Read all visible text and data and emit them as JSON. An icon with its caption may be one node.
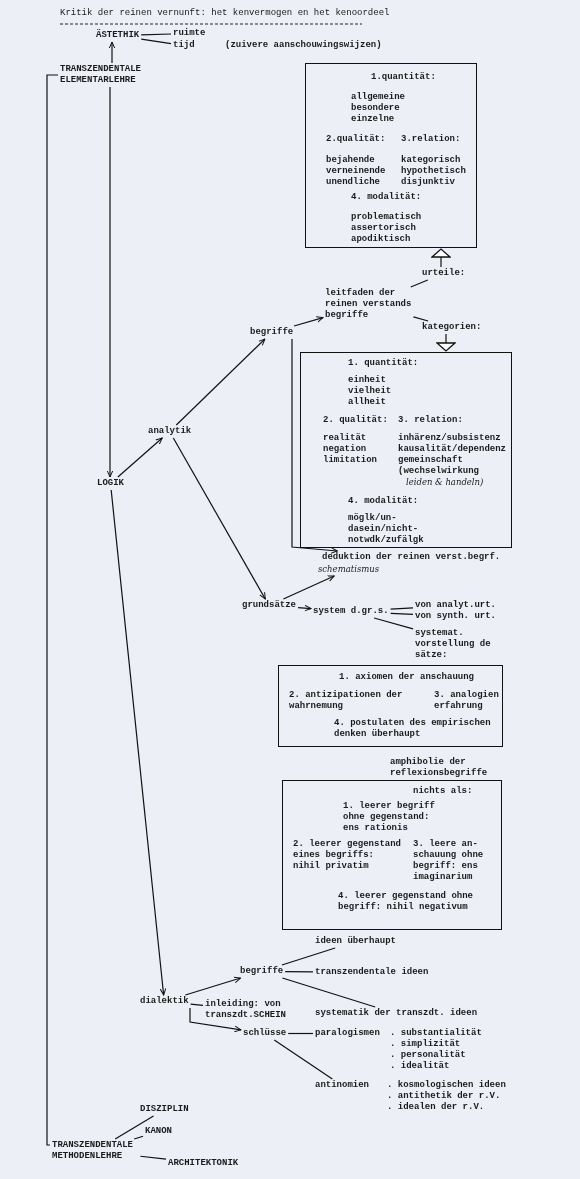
{
  "diagram": {
    "title": "Kritik der reinen vernunft: het kenvermogen en het kenoordeel",
    "nodes": [
      {
        "text": [
          "ÄSTETHIK"
        ]
      },
      {
        "text": [
          "ruimte"
        ]
      },
      {
        "text": [
          "tijd"
        ]
      },
      {
        "text": [
          "TRANSZENDENTALE ELEMENTARLEHRE"
        ]
      },
      {
        "text": [
          "1.quantität:",
          "allgemeine besondere einzelne",
          "2.qualität:",
          "3.relation:",
          "bejahende verneinende unendliche",
          "kategorisch hypothetisch disjunktiv",
          "4. modalität:",
          "problematisch assertorisch apodiktisch"
        ]
      },
      {
        "text": [
          "urteile:"
        ]
      },
      {
        "text": [
          "leitfaden der reinen verstands begriffe"
        ]
      },
      {
        "text": [
          "begriffe"
        ]
      },
      {
        "text": [
          "kategorien:"
        ]
      },
      {
        "text": [
          "1. quantität:",
          "einheit vielheit allheit",
          "2. qualität:",
          "3. relation:",
          "realität negation limitation",
          "inhärenz/subsistenz kausalität/dependenz gemeinschaft (wechselwirkung",
          "leiden & handeln)",
          "4. modalität:",
          "möglk/un- dasein/nicht- notwdk/zufälgk"
        ]
      },
      {
        "text": [
          "deduktion der reinen verst.begrf."
        ]
      },
      {
        "text": [
          "schematismus"
        ]
      },
      {
        "text": [
          "analytik"
        ]
      },
      {
        "text": [
          "LOGIK"
        ]
      },
      {
        "text": [
          "grundsätze"
        ]
      },
      {
        "text": [
          "system d.gr.s."
        ]
      },
      {
        "text": [
          "von analyt.urt."
        ]
      },
      {
        "text": [
          "von synth. urt."
        ]
      },
      {
        "text": [
          "systemat. vorstellung de sätze:"
        ]
      },
      {
        "text": [
          "1. axiomen der anschauung",
          "2. antizipationen der wahrnemung",
          "3. analogien erfahrung",
          "4. postulaten des empirischen denken überhaupt"
        ]
      },
      {
        "text": [
          "amphibolie der reflexionsbegriffe"
        ]
      },
      {
        "text": [
          "nichts als:",
          "1. leerer begriff ohne gegenstand: ens rationis",
          "2. leerer gegenstand eines begriffs: nihil privatim",
          "3. leere an- schauung ohne begriff: ens imaginarium",
          "4. leerer gegenstand ohne begriff: nihil negativum"
        ]
      },
      {
        "text": [
          "dialektik"
        ]
      },
      {
        "text": [
          "inleiding: von transzdt.SCHEIN"
        ]
      },
      {
        "text": [
          "begriffe"
        ]
      },
      {
        "text": [
          "schlüsse"
        ]
      },
      {
        "text": [
          "ideen überhaupt"
        ]
      },
      {
        "text": [
          "transzendentale ideen"
        ]
      },
      {
        "text": [
          "systematik der transzdt. ideen"
        ]
      },
      {
        "text": [
          "paralogismen"
        ],
        "beside": [
          ". substantialität",
          ". simplizität",
          ". personalität",
          ". idealität"
        ]
      },
      {
        "text": [
          "antinomien"
        ],
        "beside": [
          ". kosmologischen ideen",
          ". antithetik der r.V.",
          ". idealen der r.V."
        ]
      },
      {
        "text": [
          "DISZIPLIN"
        ]
      },
      {
        "text": [
          "KANON"
        ]
      },
      {
        "text": [
          "TRANSZENDENTALE METHODENLEHRE"
        ]
      },
      {
        "text": [
          "ARCHITEKTONIK"
        ]
      }
    ],
    "edges": [
      {
        "from": 0,
        "to": 1,
        "arrow": "none"
      },
      {
        "from": 0,
        "to": 2,
        "arrow": "none"
      },
      {
        "from": 3,
        "to": 0,
        "arrow": "to"
      },
      {
        "from": 3,
        "to": 13,
        "arrow": "to"
      },
      {
        "from": 13,
        "to": 12,
        "arrow": "to"
      },
      {
        "from": 12,
        "to": 7,
        "arrow": "to"
      },
      {
        "from": 7,
        "to": 6,
        "arrow": "to"
      },
      {
        "from": 6,
        "to": 5,
        "arrow": "none"
      },
      {
        "from": 5,
        "to": 4,
        "arrow": "to"
      },
      {
        "from": 6,
        "to": 8,
        "arrow": "none"
      },
      {
        "from": 8,
        "to": 9,
        "arrow": "to"
      },
      {
        "from": 7,
        "to": 10,
        "arrow": "to"
      },
      {
        "from": 12,
        "to": 14,
        "arrow": "to"
      },
      {
        "from": 14,
        "to": 11,
        "arrow": "to"
      },
      {
        "from": 14,
        "to": 15,
        "arrow": "to"
      },
      {
        "from": 15,
        "to": 16,
        "arrow": "none"
      },
      {
        "from": 15,
        "to": 17,
        "arrow": "none"
      },
      {
        "from": 15,
        "to": 18,
        "arrow": "none"
      },
      {
        "from": 13,
        "to": 22,
        "arrow": "to"
      },
      {
        "from": 22,
        "to": 23,
        "arrow": "none"
      },
      {
        "from": 22,
        "to": 24,
        "arrow": "to"
      },
      {
        "from": 22,
        "to": 25,
        "arrow": "to"
      },
      {
        "from": 24,
        "to": 26,
        "arrow": "none"
      },
      {
        "from": 24,
        "to": 27,
        "arrow": "none"
      },
      {
        "from": 24,
        "to": 28,
        "arrow": "none"
      },
      {
        "from": 25,
        "to": 29,
        "arrow": "none"
      },
      {
        "from": 25,
        "to": 30,
        "arrow": "none"
      },
      {
        "from": 3,
        "to": 33,
        "arrow": "none"
      },
      {
        "from": 33,
        "to": 31,
        "arrow": "none"
      },
      {
        "from": 33,
        "to": 32,
        "arrow": "none"
      },
      {
        "from": 33,
        "to": 34,
        "arrow": "none"
      }
    ],
    "labels": [
      "(zuivere aanschouwingswijzen)"
    ]
  }
}
